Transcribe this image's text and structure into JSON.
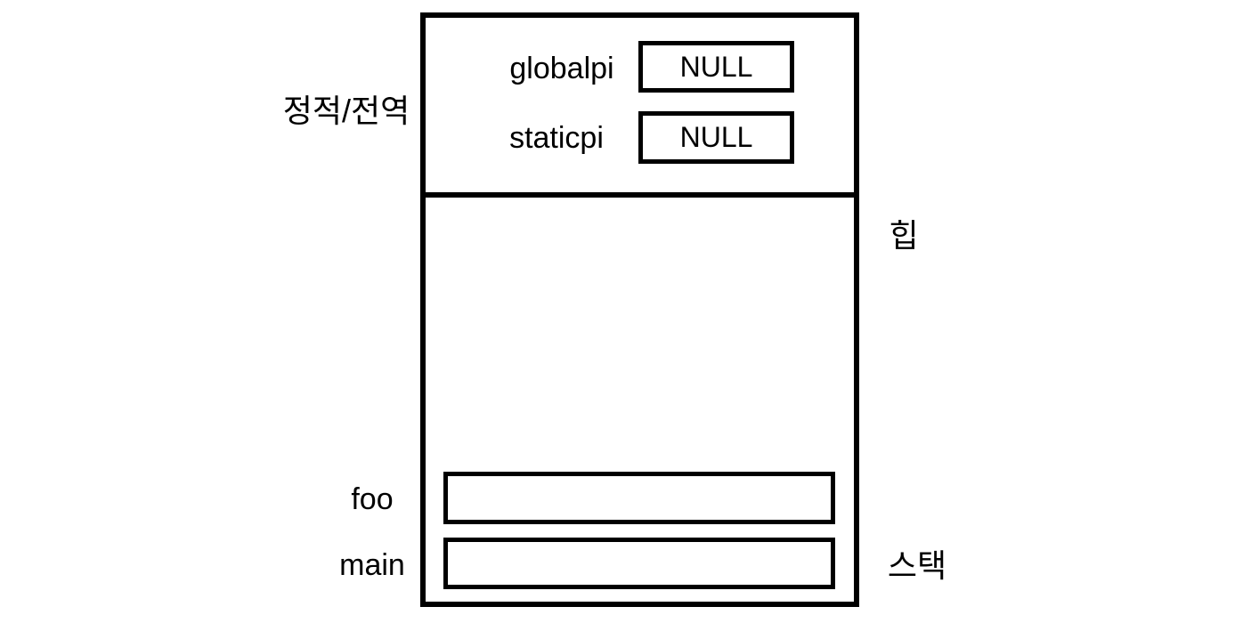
{
  "static_section": {
    "label": "정적/전역",
    "variables": [
      {
        "name": "globalpi",
        "value": "NULL"
      },
      {
        "name": "staticpi",
        "value": "NULL"
      }
    ]
  },
  "heap_section": {
    "label": "힙"
  },
  "stack_section": {
    "label": "스택",
    "frames": [
      {
        "name": "foo",
        "value": ""
      },
      {
        "name": "main",
        "value": ""
      }
    ]
  },
  "colors": {
    "stroke": "#000000",
    "background": "#ffffff"
  }
}
